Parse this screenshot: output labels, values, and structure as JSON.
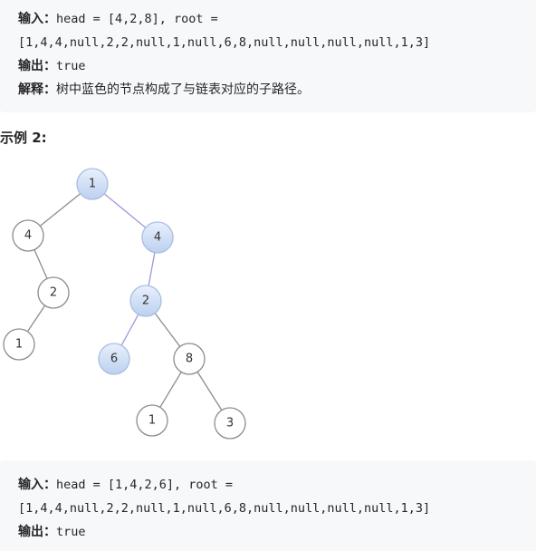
{
  "example1": {
    "input_label": "输入：",
    "input_line1": "head = [4,2,8], root =",
    "input_line2": "[1,4,4,null,2,2,null,1,null,6,8,null,null,null,null,1,3]",
    "output_label": "输出：",
    "output_value": "true",
    "explain_label": "解释：",
    "explain_text": "树中蓝色的节点构成了与链表对应的子路径。"
  },
  "example2_title": "示例 2:",
  "tree": {
    "nodes": [
      {
        "id": "root",
        "value": "1",
        "highlight": true
      },
      {
        "id": "left4",
        "value": "4",
        "highlight": false
      },
      {
        "id": "right4",
        "value": "4",
        "highlight": true
      },
      {
        "id": "left2",
        "value": "2",
        "highlight": false
      },
      {
        "id": "right2",
        "value": "2",
        "highlight": true
      },
      {
        "id": "leaf1a",
        "value": "1",
        "highlight": false
      },
      {
        "id": "leaf6",
        "value": "6",
        "highlight": true
      },
      {
        "id": "node8",
        "value": "8",
        "highlight": false
      },
      {
        "id": "leaf1b",
        "value": "1",
        "highlight": false
      },
      {
        "id": "leaf3",
        "value": "3",
        "highlight": false
      }
    ],
    "edges": [
      {
        "from": "root",
        "to": "left4",
        "highlight": false
      },
      {
        "from": "root",
        "to": "right4",
        "highlight": true
      },
      {
        "from": "left4",
        "to": "left2",
        "highlight": false
      },
      {
        "from": "left2",
        "to": "leaf1a",
        "highlight": false
      },
      {
        "from": "right4",
        "to": "right2",
        "highlight": true
      },
      {
        "from": "right2",
        "to": "leaf6",
        "highlight": true
      },
      {
        "from": "right2",
        "to": "node8",
        "highlight": false
      },
      {
        "from": "node8",
        "to": "leaf1b",
        "highlight": false
      },
      {
        "from": "node8",
        "to": "leaf3",
        "highlight": false
      }
    ],
    "colors": {
      "highlight_fill_top": "#e8f0fc",
      "highlight_fill_bottom": "#bcd0f0",
      "highlight_edge": "#9a9ae0",
      "normal_stroke": "#8c8c8c"
    }
  },
  "example2": {
    "input_label": "输入：",
    "input_line1": "head = [1,4,2,6], root =",
    "input_line2": "[1,4,4,null,2,2,null,1,null,6,8,null,null,null,null,1,3]",
    "output_label": "输出：",
    "output_value": "true"
  }
}
